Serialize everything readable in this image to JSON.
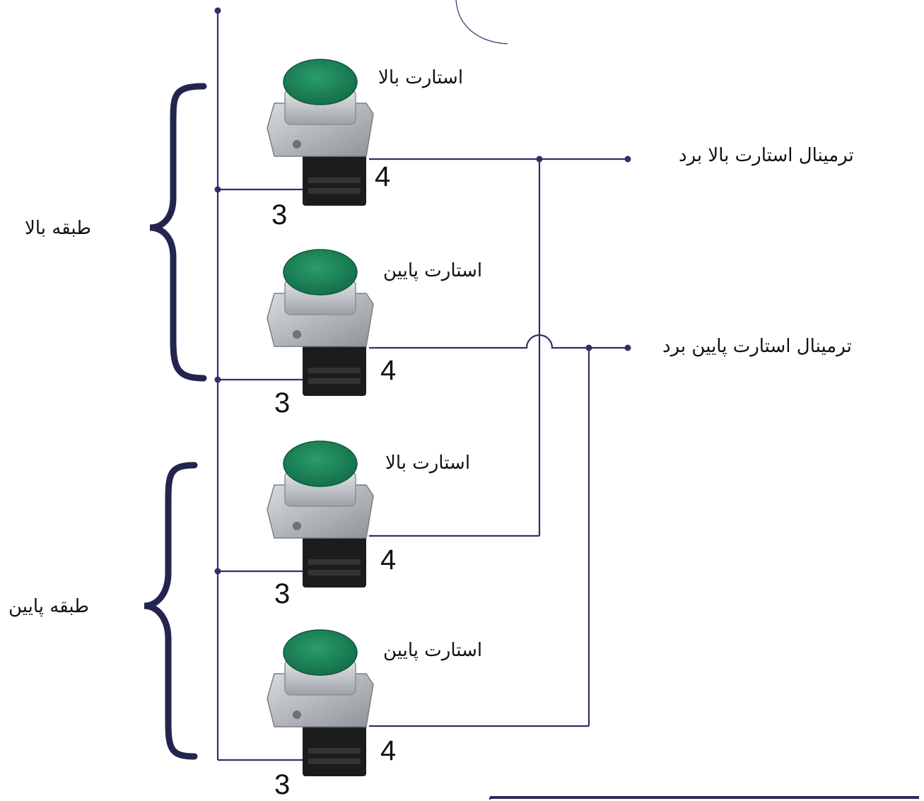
{
  "groups": {
    "upper_floor": "طبقه بالا",
    "lower_floor": "طبقه پایین"
  },
  "terminals": {
    "start_up": "ترمینال استارت بالا برد",
    "start_down": "ترمینال استارت پایین برد"
  },
  "buttons": [
    {
      "label": "استارت بالا",
      "pin_in": "3",
      "pin_out": "4"
    },
    {
      "label": "استارت پایین",
      "pin_in": "3",
      "pin_out": "4"
    },
    {
      "label": "استارت بالا",
      "pin_in": "3",
      "pin_out": "4"
    },
    {
      "label": "استارت پایین",
      "pin_in": "3",
      "pin_out": "4"
    }
  ],
  "colors": {
    "wire": "#2e2f6b",
    "brace": "#23244f",
    "button_cap": "#1f8a5f",
    "bezel": "#c9ccd0",
    "body": "#1c1c1c"
  }
}
